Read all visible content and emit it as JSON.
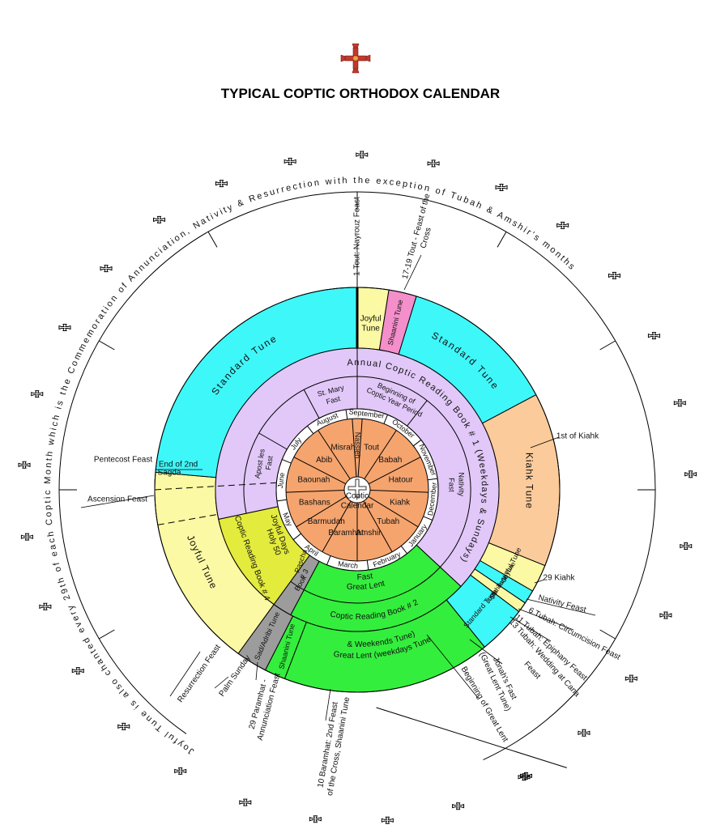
{
  "title": "TYPICAL COPTIC ORTHODOX CALENDAR",
  "colors": {
    "orange": "#F5A46E",
    "purple": "#E1C8F8",
    "cyan": "#3EF7F9",
    "yellow": "#FBF9A3",
    "peach": "#FBCB9B",
    "green": "#34EE3D",
    "yellow_green": "#E3EB3C",
    "pink": "#F48FCB",
    "gray": "#9C9C9C"
  },
  "center": {
    "line1": "Coptic",
    "line2": "Calendar"
  },
  "coptic_months": [
    "Tout",
    "Babah",
    "Hatour",
    "Kiahk",
    "Tubah",
    "Amshir",
    "Baramhat",
    "Barmudah",
    "Bashans",
    "Baounah",
    "Abib",
    "Misrah",
    "Nassieh"
  ],
  "gregorian_months": [
    "September",
    "October",
    "November",
    "December",
    "January",
    "February",
    "March",
    "April",
    "May",
    "June",
    "July",
    "August"
  ],
  "reading_books": {
    "book1": "Annual Coptic Reading Book # 1 (Weekdays & Sundays)",
    "book2": "Coptic Reading Book # 2",
    "book3_line1": "Book",
    "book3_line2": "# 3",
    "book4": "Coptic Reading Book # 4",
    "pascha": "Pascha"
  },
  "periods": {
    "beginning_line1": "Beginning of",
    "beginning_line2": "Coptic Year Period",
    "nativity_fast_line1": "Nativity",
    "nativity_fast_line2": "Fast",
    "st_mary_line1": "St. Mary",
    "st_mary_line2": "Fast",
    "apostles_line1": "Apost les",
    "apostles_line2": "Fast",
    "holy50_line1": "Holy 50",
    "holy50_line2": "Joyful Days",
    "great_lent_line1": "Great Lent",
    "great_lent_line2": "Fast"
  },
  "tunes": {
    "joyful_top_line1": "Joyful",
    "joyful_top_line2": "Tune",
    "shaanini_top": "Shaanini Tune",
    "standard_right": "Standard Tune",
    "standard_left": "Standard Tune",
    "kiahk": "Kiahk Tune",
    "joyful_small_1": "Joyful Tune",
    "standard_small_1": "Standard Tune",
    "joyful_small_2": "Joyful Tune",
    "standard_lent": "Standard Tune",
    "lent_weekdays_line1": "Great Lent (weekdays Tune",
    "lent_weekdays_line2": "& Weekends Tune)",
    "shaanini_bottom": "Shaanini Tune",
    "sad_adribi": "Sad/Adribi Tune",
    "joyful_left": "Joyful Tune"
  },
  "annotations": {
    "nayrouz": "1 Tout: Nayrouz Feast",
    "cross_line1": "17-19 Tout - Feast of the",
    "cross_line2": "Cross",
    "first_kiahk": "1st of Kiahk",
    "nativity_line1": "29 Kiahk",
    "nativity_line2": "Nativity Feast",
    "circumcision": "6 Tubah: Circumcision Feast",
    "epiphany": "11 Tubah: Epiphany Feast",
    "cana_line1": "13 Tubah: Wedding at Cana",
    "cana_line2": "Feast",
    "jonah_line1": "Jonah's Fast",
    "jonah_line2": "(Great Lent Tune)",
    "beginning_lent": "Beginning of Great Lent",
    "baramhat10_line1": "10 Baramhat: 2nd Feast",
    "baramhat10_line2": "of the Cross, Shaanini Tune",
    "annunciation_line1": "29 Paramhat -",
    "annunciation_line2": "Annunciation Feast",
    "palm_sunday": "Palm Sunday",
    "resurrection": "Resurrection Feast",
    "pentecost": "Pentecost Feast",
    "end_sagda_line1": "End of 2nd",
    "end_sagda_line2": "Sagda",
    "ascension": "Ascension Feast"
  },
  "outer_text": "Joyful Tune is also chanted every 29th of each Coptic Month which is the Commemoration of Annunciation, Nativity & Resurrection with the exception of Tubah & Amshir's months"
}
